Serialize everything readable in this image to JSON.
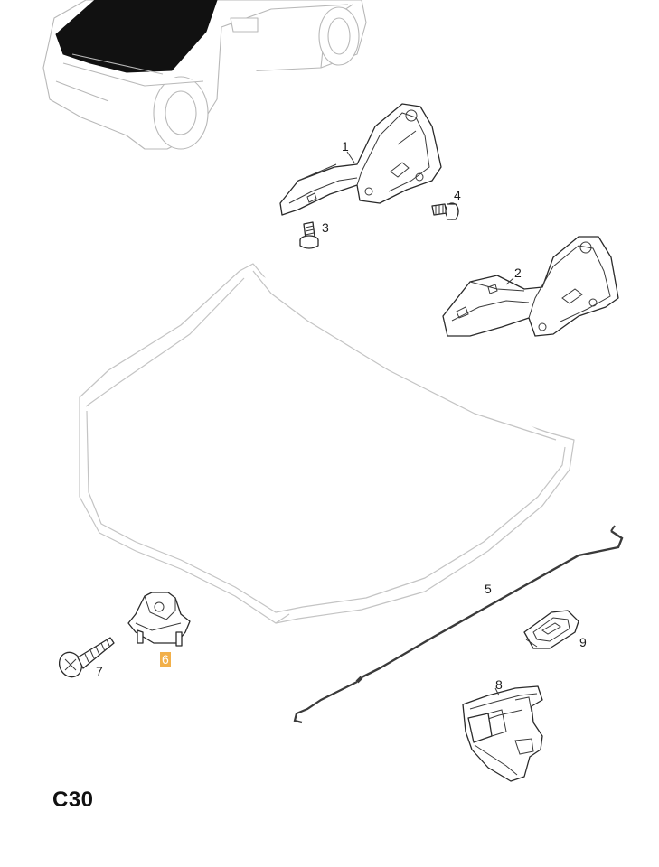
{
  "diagram": {
    "section_code": "C30",
    "callouts": [
      {
        "id": "p1",
        "label": "1",
        "highlighted": false
      },
      {
        "id": "p2",
        "label": "2",
        "highlighted": false
      },
      {
        "id": "p3",
        "label": "3",
        "highlighted": false
      },
      {
        "id": "p4",
        "label": "4",
        "highlighted": false
      },
      {
        "id": "p5",
        "label": "5",
        "highlighted": false
      },
      {
        "id": "p6",
        "label": "6",
        "highlighted": true
      },
      {
        "id": "p7",
        "label": "7",
        "highlighted": false
      },
      {
        "id": "p8",
        "label": "8",
        "highlighted": false
      },
      {
        "id": "p9",
        "label": "9",
        "highlighted": false
      }
    ],
    "colors": {
      "highlight": "#f2b04a",
      "line": "#2a2a2a",
      "ghost_line": "#b8b8b8",
      "hood_fill_dark": "#111111"
    }
  }
}
